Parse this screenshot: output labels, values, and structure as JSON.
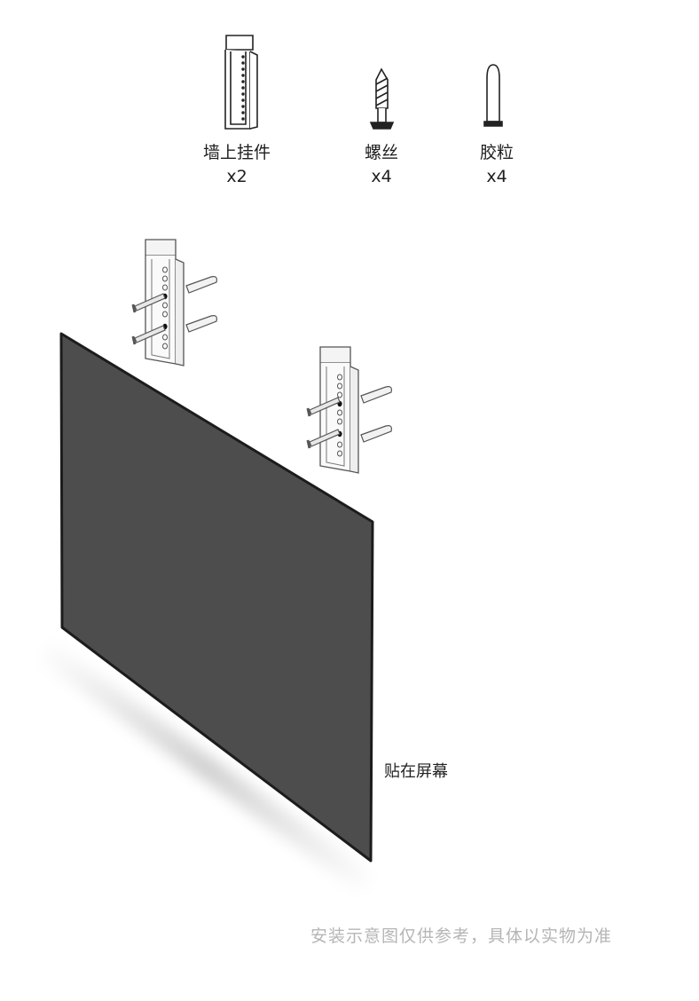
{
  "parts": [
    {
      "name": "墙上挂件",
      "qty": "x2",
      "icon": "wall-bracket-icon"
    },
    {
      "name": "螺丝",
      "qty": "x4",
      "icon": "screw-icon"
    },
    {
      "name": "胶粒",
      "qty": "x4",
      "icon": "wall-anchor-icon"
    }
  ],
  "screen_label": "贴在屏幕",
  "footer_note": "安装示意图仅供参考，具体以实物为准",
  "colors": {
    "screen_fill": "#4d4d4d",
    "outline": "#222222",
    "footer_text": "#b5b5b5"
  }
}
